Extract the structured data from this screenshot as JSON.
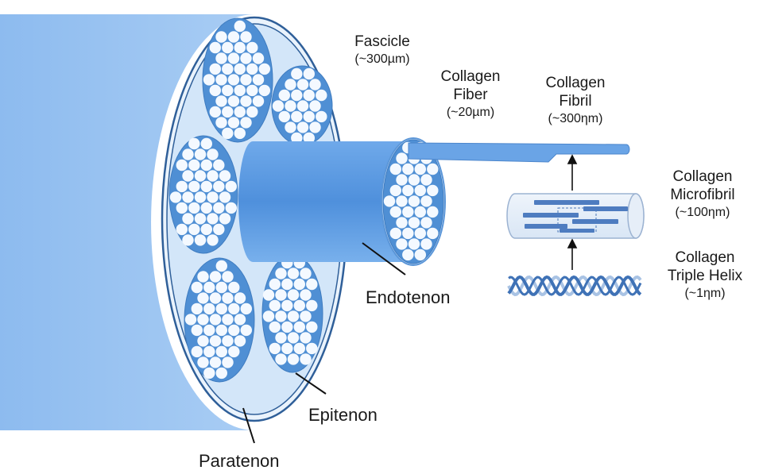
{
  "labels": {
    "fascicle": {
      "name": "Fascicle",
      "size": "(~300µm)"
    },
    "fiber": {
      "line1": "Collagen",
      "line2": "Fiber",
      "size": "(~20µm)"
    },
    "fibril": {
      "line1": "Collagen",
      "line2": "Fibril",
      "size": "(~300ηm)"
    },
    "microfibril": {
      "line1": "Collagen",
      "line2": "Microfibril",
      "size": "(~100ηm)"
    },
    "helix": {
      "line1": "Collagen",
      "line2": "Triple Helix",
      "size": "(~1ηm)"
    },
    "endotenon": "Endotenon",
    "epitenon": "Epitenon",
    "paratenon": "Paratenon"
  },
  "colors": {
    "outer_body": "#9fc6f2",
    "face": "#cfe3f8",
    "fascicle_fill": "#4f8fd4",
    "dot": "#f4f9ff",
    "fiber_body": "#5b9de6",
    "helix_dark": "#3f72b6",
    "helix_light": "#a9c3e4"
  }
}
